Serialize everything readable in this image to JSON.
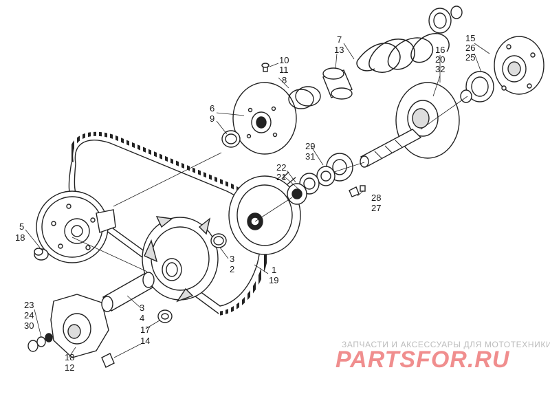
{
  "callouts": [
    {
      "id": "c-7",
      "text": "7"
    },
    {
      "id": "c-13",
      "text": "13"
    },
    {
      "id": "c-15",
      "text": "15"
    },
    {
      "id": "c-26",
      "text": "26"
    },
    {
      "id": "c-25",
      "text": "25"
    },
    {
      "id": "c-16",
      "text": "16"
    },
    {
      "id": "c-20",
      "text": "20"
    },
    {
      "id": "c-32",
      "text": "32"
    },
    {
      "id": "c-10",
      "text": "10"
    },
    {
      "id": "c-11",
      "text": "11"
    },
    {
      "id": "c-8",
      "text": "8"
    },
    {
      "id": "c-6",
      "text": "6"
    },
    {
      "id": "c-9",
      "text": "9"
    },
    {
      "id": "c-29",
      "text": "29"
    },
    {
      "id": "c-31",
      "text": "31"
    },
    {
      "id": "c-22",
      "text": "22"
    },
    {
      "id": "c-21",
      "text": "21"
    },
    {
      "id": "c-28",
      "text": "28"
    },
    {
      "id": "c-27",
      "text": "27"
    },
    {
      "id": "c-5",
      "text": "5"
    },
    {
      "id": "c-18a",
      "text": "18"
    },
    {
      "id": "c-3a",
      "text": "3"
    },
    {
      "id": "c-2",
      "text": "2"
    },
    {
      "id": "c-1",
      "text": "1"
    },
    {
      "id": "c-19",
      "text": "19"
    },
    {
      "id": "c-23",
      "text": "23"
    },
    {
      "id": "c-24",
      "text": "24"
    },
    {
      "id": "c-30",
      "text": "30"
    },
    {
      "id": "c-3b",
      "text": "3"
    },
    {
      "id": "c-4",
      "text": "4"
    },
    {
      "id": "c-17",
      "text": "17"
    },
    {
      "id": "c-14",
      "text": "14"
    },
    {
      "id": "c-18b",
      "text": "18"
    },
    {
      "id": "c-12",
      "text": "12"
    }
  ],
  "watermark": {
    "tagline": "ЗАПЧАСТИ И АКСЕССУАРЫ ДЛЯ МОТОТЕХНИКИ",
    "brand": "PARTSFOR.RU",
    "tagline_color": "#bcbcbc",
    "brand_color": "#f08e8e"
  }
}
